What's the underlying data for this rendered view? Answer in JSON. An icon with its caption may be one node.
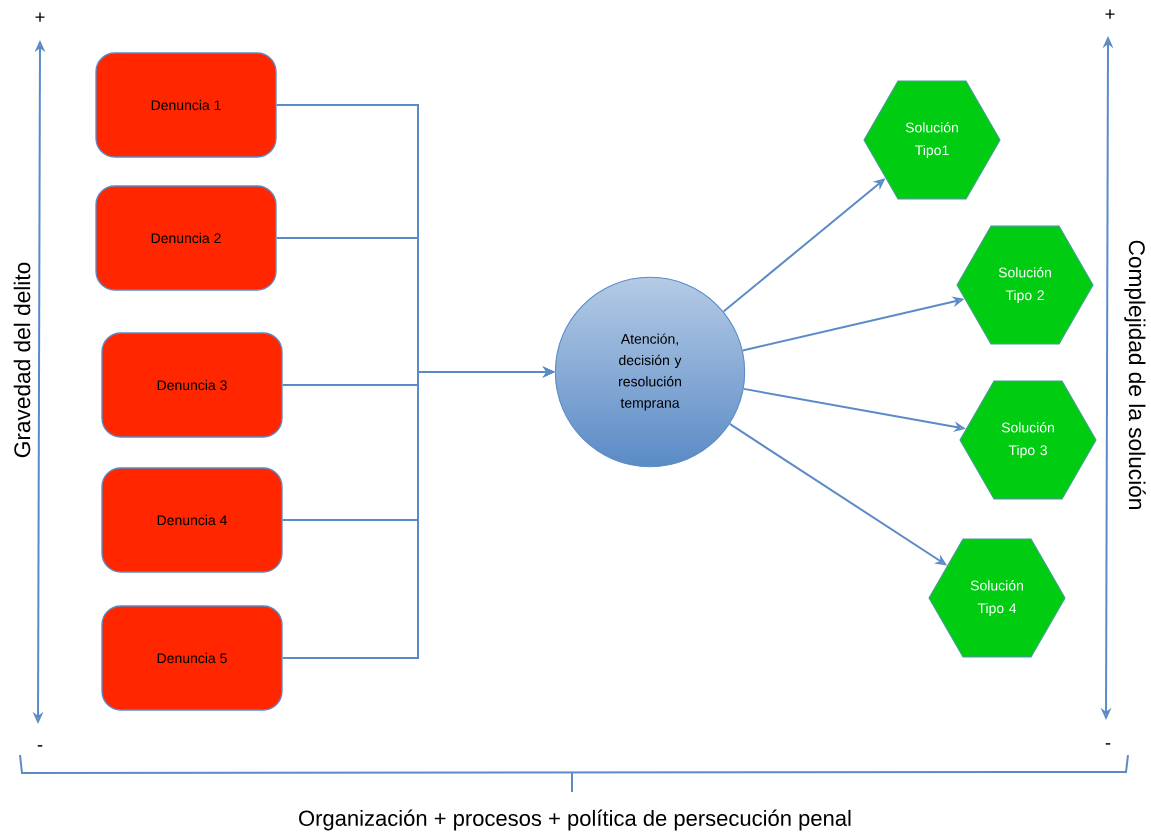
{
  "diagram": {
    "nodes": [
      {
        "text": [
          "Denuncia 1"
        ]
      },
      {
        "text": [
          "Denuncia 2"
        ]
      },
      {
        "text": [
          "Denuncia 3"
        ]
      },
      {
        "text": [
          "Denuncia 4"
        ]
      },
      {
        "text": [
          "Denuncia 5"
        ]
      },
      {
        "text": [
          "Atención, decisión y resolución temprana"
        ]
      },
      {
        "text": [
          "Solución Tipo1"
        ]
      },
      {
        "text": [
          "Solución Tipo 2"
        ]
      },
      {
        "text": [
          "Solución Tipo 3"
        ]
      },
      {
        "text": [
          "Solución Tipo 4"
        ]
      }
    ],
    "edges": [
      {
        "from": 0,
        "to": 5,
        "arrow": "to"
      },
      {
        "from": 1,
        "to": 5,
        "arrow": "to"
      },
      {
        "from": 2,
        "to": 5,
        "arrow": "to"
      },
      {
        "from": 3,
        "to": 5,
        "arrow": "to"
      },
      {
        "from": 4,
        "to": 5,
        "arrow": "to"
      },
      {
        "from": 5,
        "to": 6,
        "arrow": "to"
      },
      {
        "from": 5,
        "to": 7,
        "arrow": "to"
      },
      {
        "from": 5,
        "to": 8,
        "arrow": "to"
      },
      {
        "from": 5,
        "to": 9,
        "arrow": "to"
      }
    ],
    "labels": [
      "+",
      "+",
      "Gravedad del delito",
      "Complejidad de la solución",
      "-",
      "-",
      "Organización + procesos + política de persecución penal"
    ]
  }
}
